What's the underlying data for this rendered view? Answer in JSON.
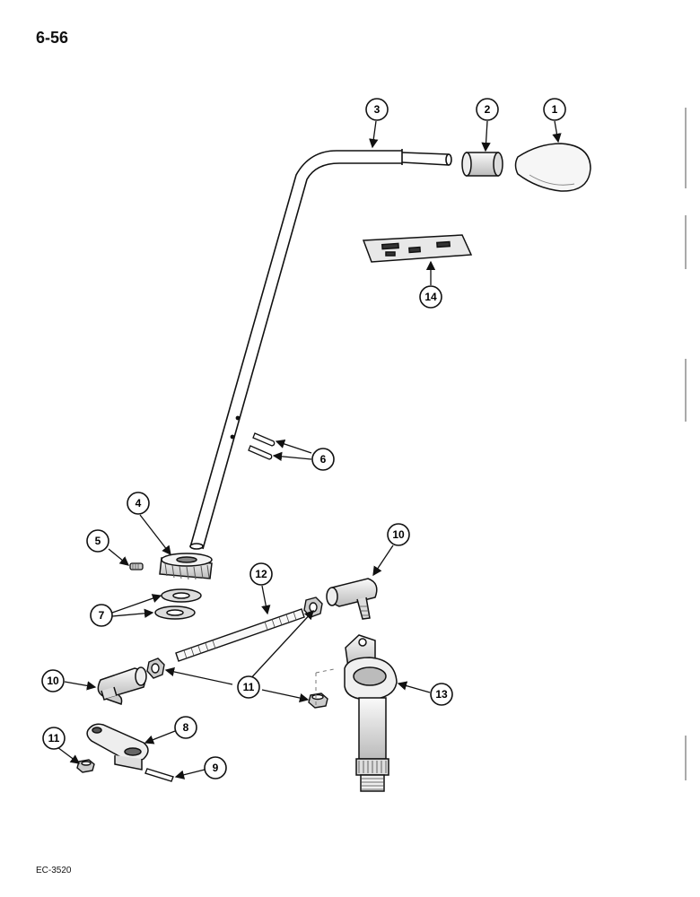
{
  "page": {
    "number": "6-56",
    "doc_code": "EC-3520"
  },
  "callouts": [
    {
      "id": "c1",
      "label": "1"
    },
    {
      "id": "c2",
      "label": "2"
    },
    {
      "id": "c3",
      "label": "3"
    },
    {
      "id": "c14",
      "label": "14"
    },
    {
      "id": "c6",
      "label": "6"
    },
    {
      "id": "c4",
      "label": "4"
    },
    {
      "id": "c5",
      "label": "5"
    },
    {
      "id": "c10a",
      "label": "10"
    },
    {
      "id": "c12",
      "label": "12"
    },
    {
      "id": "c7",
      "label": "7"
    },
    {
      "id": "c10b",
      "label": "10"
    },
    {
      "id": "c11a",
      "label": "11"
    },
    {
      "id": "c13",
      "label": "13"
    },
    {
      "id": "c8",
      "label": "8"
    },
    {
      "id": "c11b",
      "label": "11"
    },
    {
      "id": "c9",
      "label": "9"
    }
  ]
}
